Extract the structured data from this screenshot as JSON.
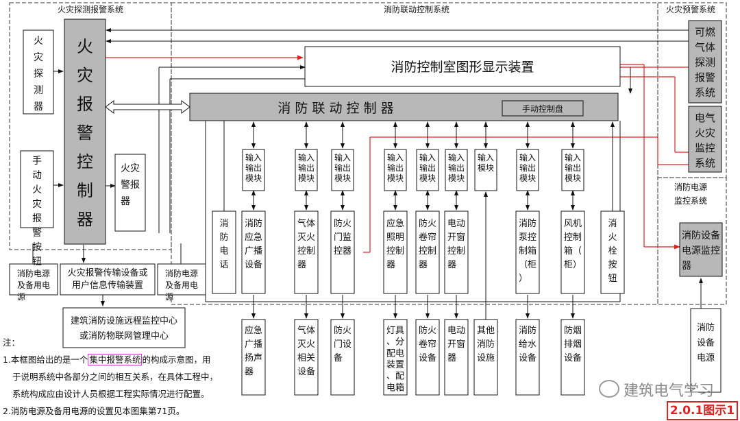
{
  "sections": {
    "detection": "火灾探测报警系统",
    "linkage": "消防联动控制系统",
    "warning": "火灾预警系统",
    "power_monitor": "消防电源监控系统"
  },
  "left": {
    "detector": "火灾探测器",
    "manual_button": "手动火灾报警按钮",
    "controller": "火灾报警控制器",
    "alarm": "火灾警报器",
    "power": "消防电源及备用电源",
    "transmit": "火灾报警传输设备或用户信息传输装置",
    "power2": "消防电源及备用电源",
    "remote_line1": "建筑消防设施远程监控中心",
    "remote_line2": "或消防物联网管理中心"
  },
  "center": {
    "display": "消防控制室图形显示装置",
    "linkage_controller": "消 防 联 动 控 制 器",
    "manual_panel": "手动控制盘"
  },
  "right": {
    "gas_alarm": "可燃气体探测报警系统",
    "electric_alarm": "电气火灾监控系统",
    "power_monitor": "消防设备电源监控器",
    "equipment_power": "消防设备电源"
  },
  "modules": {
    "io": "输入输出模块",
    "input": "输入模块"
  },
  "controllers": [
    "消防电话",
    "消防应急广播设备",
    "气体灭火控制器",
    "防火门监控器",
    "应急照明控制器",
    "防火卷帘控制器",
    "电动开窗控制器",
    "消防泵控制箱（柜）",
    "风机控制箱（柜）",
    "消火栓按钮"
  ],
  "devices": [
    "应急广播扬声器",
    "气体灭火相关设备",
    "防火门设备",
    "灯具、分配电装置、配电箱",
    "防火卷帘设备",
    "电动开窗器",
    "其他消防设施",
    "消防给水设备",
    "防烟排烟设备"
  ],
  "notes": {
    "title": "注：",
    "line1_pre": "1.本框图给出的是一个",
    "line1_hl": "集中报警系统",
    "line1_post": "的构成示意图，用",
    "line2": "于说明系统中各部分之间的相互关系，在具体工程中，",
    "line3": "系统构成应由设计人员根据工程实际情况进行配置。",
    "line4": "2.消防电源及备用电源的设置见本图集第71页。"
  },
  "watermark": "建筑电气学习",
  "figure_label": "2.0.1图示1",
  "colors": {
    "gray_box": "#b8b8b8",
    "red_line": "#e02020",
    "highlight": "#d23cc6"
  }
}
